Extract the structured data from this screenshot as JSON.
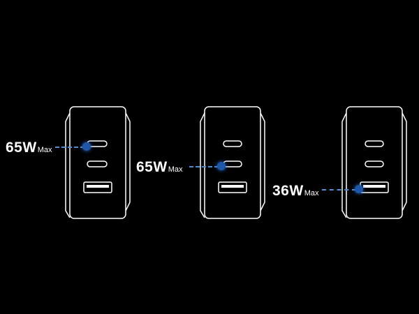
{
  "colors": {
    "background": "#000000",
    "outline": "#ffffff",
    "accent": "#4f8fd6"
  },
  "chargers": [
    {
      "power": "65W",
      "unit": "Max",
      "highlighted_port": "usb-c-1"
    },
    {
      "power": "65W",
      "unit": "Max",
      "highlighted_port": "usb-c-2"
    },
    {
      "power": "36W",
      "unit": "Max",
      "highlighted_port": "usb-a"
    }
  ]
}
